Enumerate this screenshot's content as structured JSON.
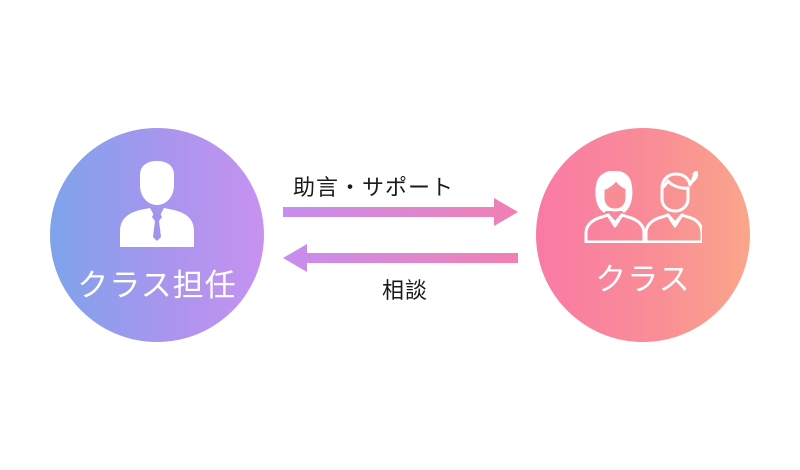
{
  "diagram": {
    "left_node": {
      "label": "クラス担任",
      "icon": "businessman-icon",
      "gradient": [
        "#7ea3ec",
        "#c792f0"
      ]
    },
    "right_node": {
      "label": "クラス",
      "icon": "two-women-icon",
      "gradient": [
        "#f97aa6",
        "#f9a68a"
      ]
    },
    "edges": [
      {
        "from": "クラス担任",
        "to": "クラス",
        "label": "助言・サポート"
      },
      {
        "from": "クラス",
        "to": "クラス担任",
        "label": "相談"
      }
    ],
    "arrow_gradient": [
      "#c68ef0",
      "#f27fb2"
    ]
  }
}
